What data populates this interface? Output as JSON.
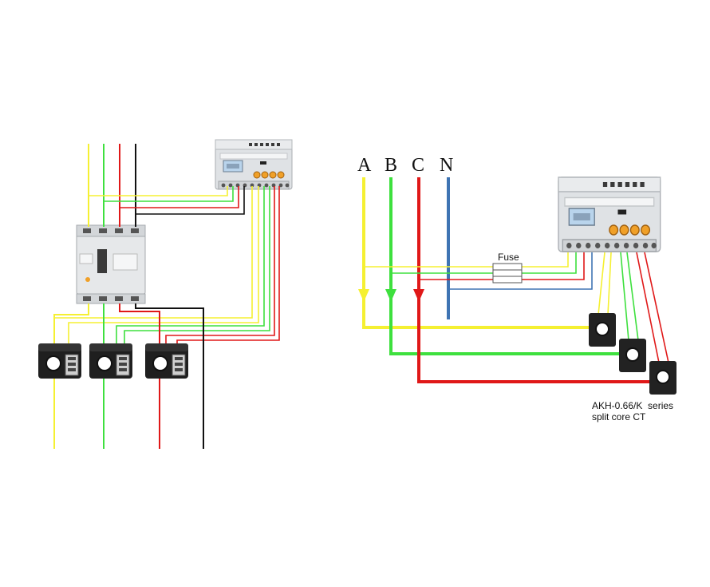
{
  "colors": {
    "phase_a": "#f5f032",
    "phase_b": "#3ee03e",
    "phase_c": "#e01818",
    "neutral_left": "#111111",
    "neutral_right": "#3f74b3",
    "meter_body": "#e4e6e8",
    "meter_button": "#f0a028",
    "lcd": "#b9d4ec",
    "ct_body": "#222222"
  },
  "right_diagram": {
    "phases": [
      "A",
      "B",
      "C",
      "N"
    ],
    "fuse_label": "Fuse",
    "ct_caption_line1": "AKH-0.66/K  series",
    "ct_caption_line2": "split core CT"
  },
  "icons": {
    "meter": "energy-meter-icon",
    "breaker": "circuit-breaker-icon",
    "ct": "split-core-ct-icon"
  }
}
